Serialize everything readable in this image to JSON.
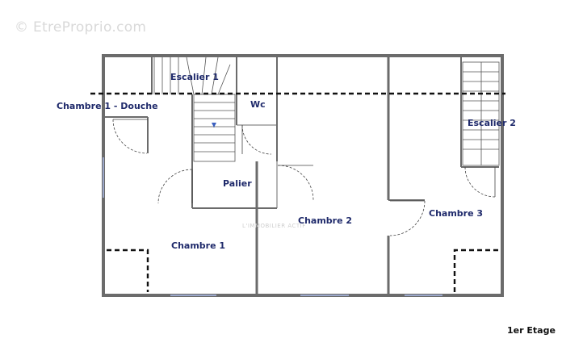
{
  "watermark": "© EtreProprio.com",
  "agency": "L'IMMOBILIER ACTIF",
  "floor_label": "1er Etage",
  "rooms": {
    "escalier1": "Escalier 1",
    "chambre1_douche": "Chambre 1 - Douche",
    "wc": "Wc",
    "escalier2": "Escalier 2",
    "palier": "Palier",
    "chambre2": "Chambre 2",
    "chambre3": "Chambre 3",
    "chambre1": "Chambre 1"
  },
  "colors": {
    "wall": "#6b6b6b",
    "label": "#1f2a6b",
    "dashed": "#111111"
  }
}
